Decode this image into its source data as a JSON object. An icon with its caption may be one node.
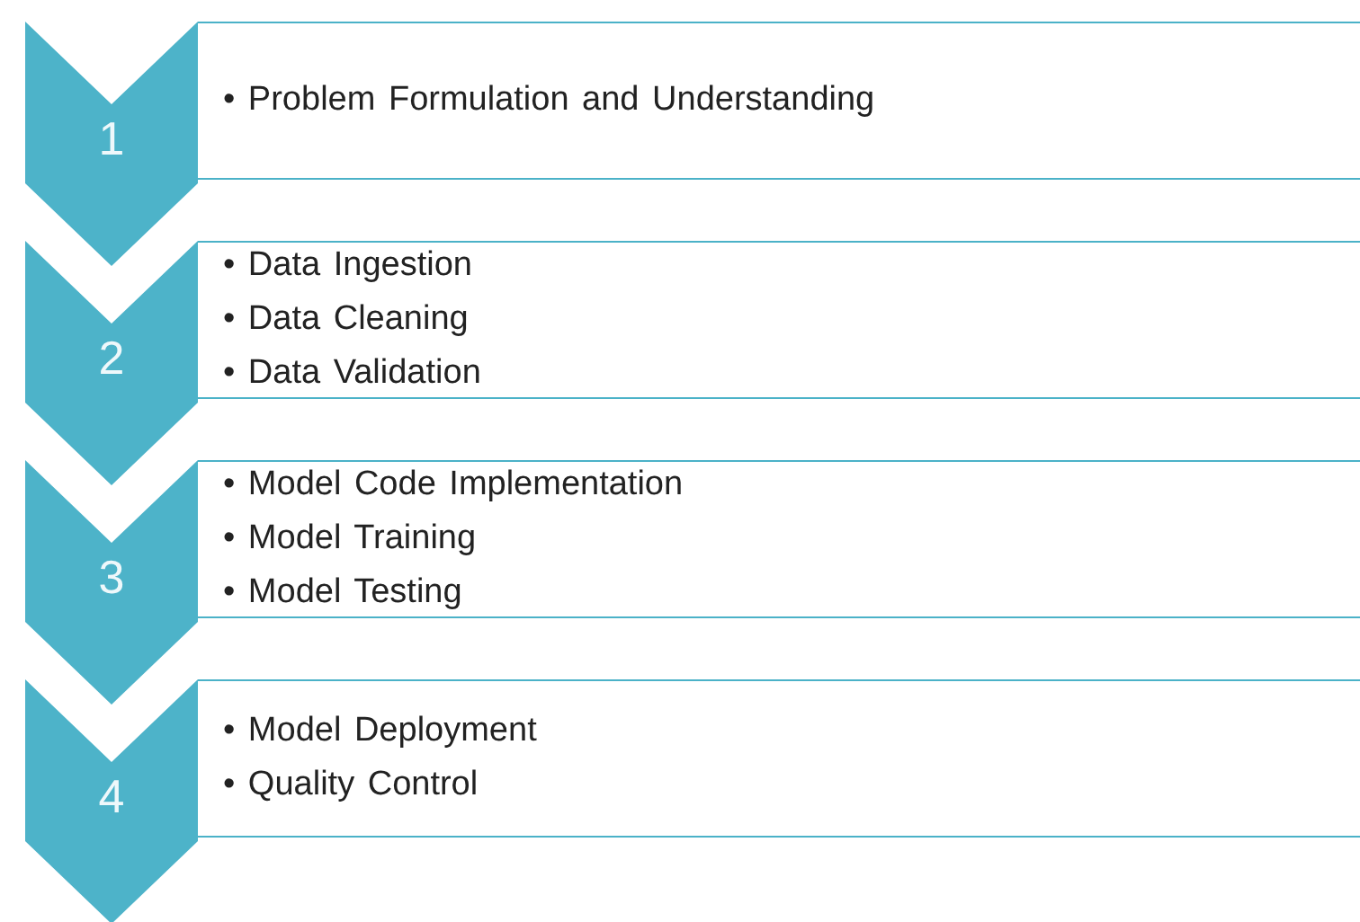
{
  "diagram": {
    "nodes": [
      {
        "text": [
          "1"
        ]
      },
      {
        "text": [
          "• Problem Formulation and Understanding"
        ]
      },
      {
        "text": [
          "2"
        ]
      },
      {
        "text": [
          "• Data Ingestion",
          "• Data Cleaning",
          "• Data Validation"
        ]
      },
      {
        "text": [
          "3"
        ]
      },
      {
        "text": [
          "• Model Code Implementation",
          "• Model Training",
          "• Model Testing"
        ]
      },
      {
        "text": [
          "4"
        ]
      },
      {
        "text": [
          "• Model Deployment",
          "• Quality Control"
        ]
      }
    ]
  }
}
